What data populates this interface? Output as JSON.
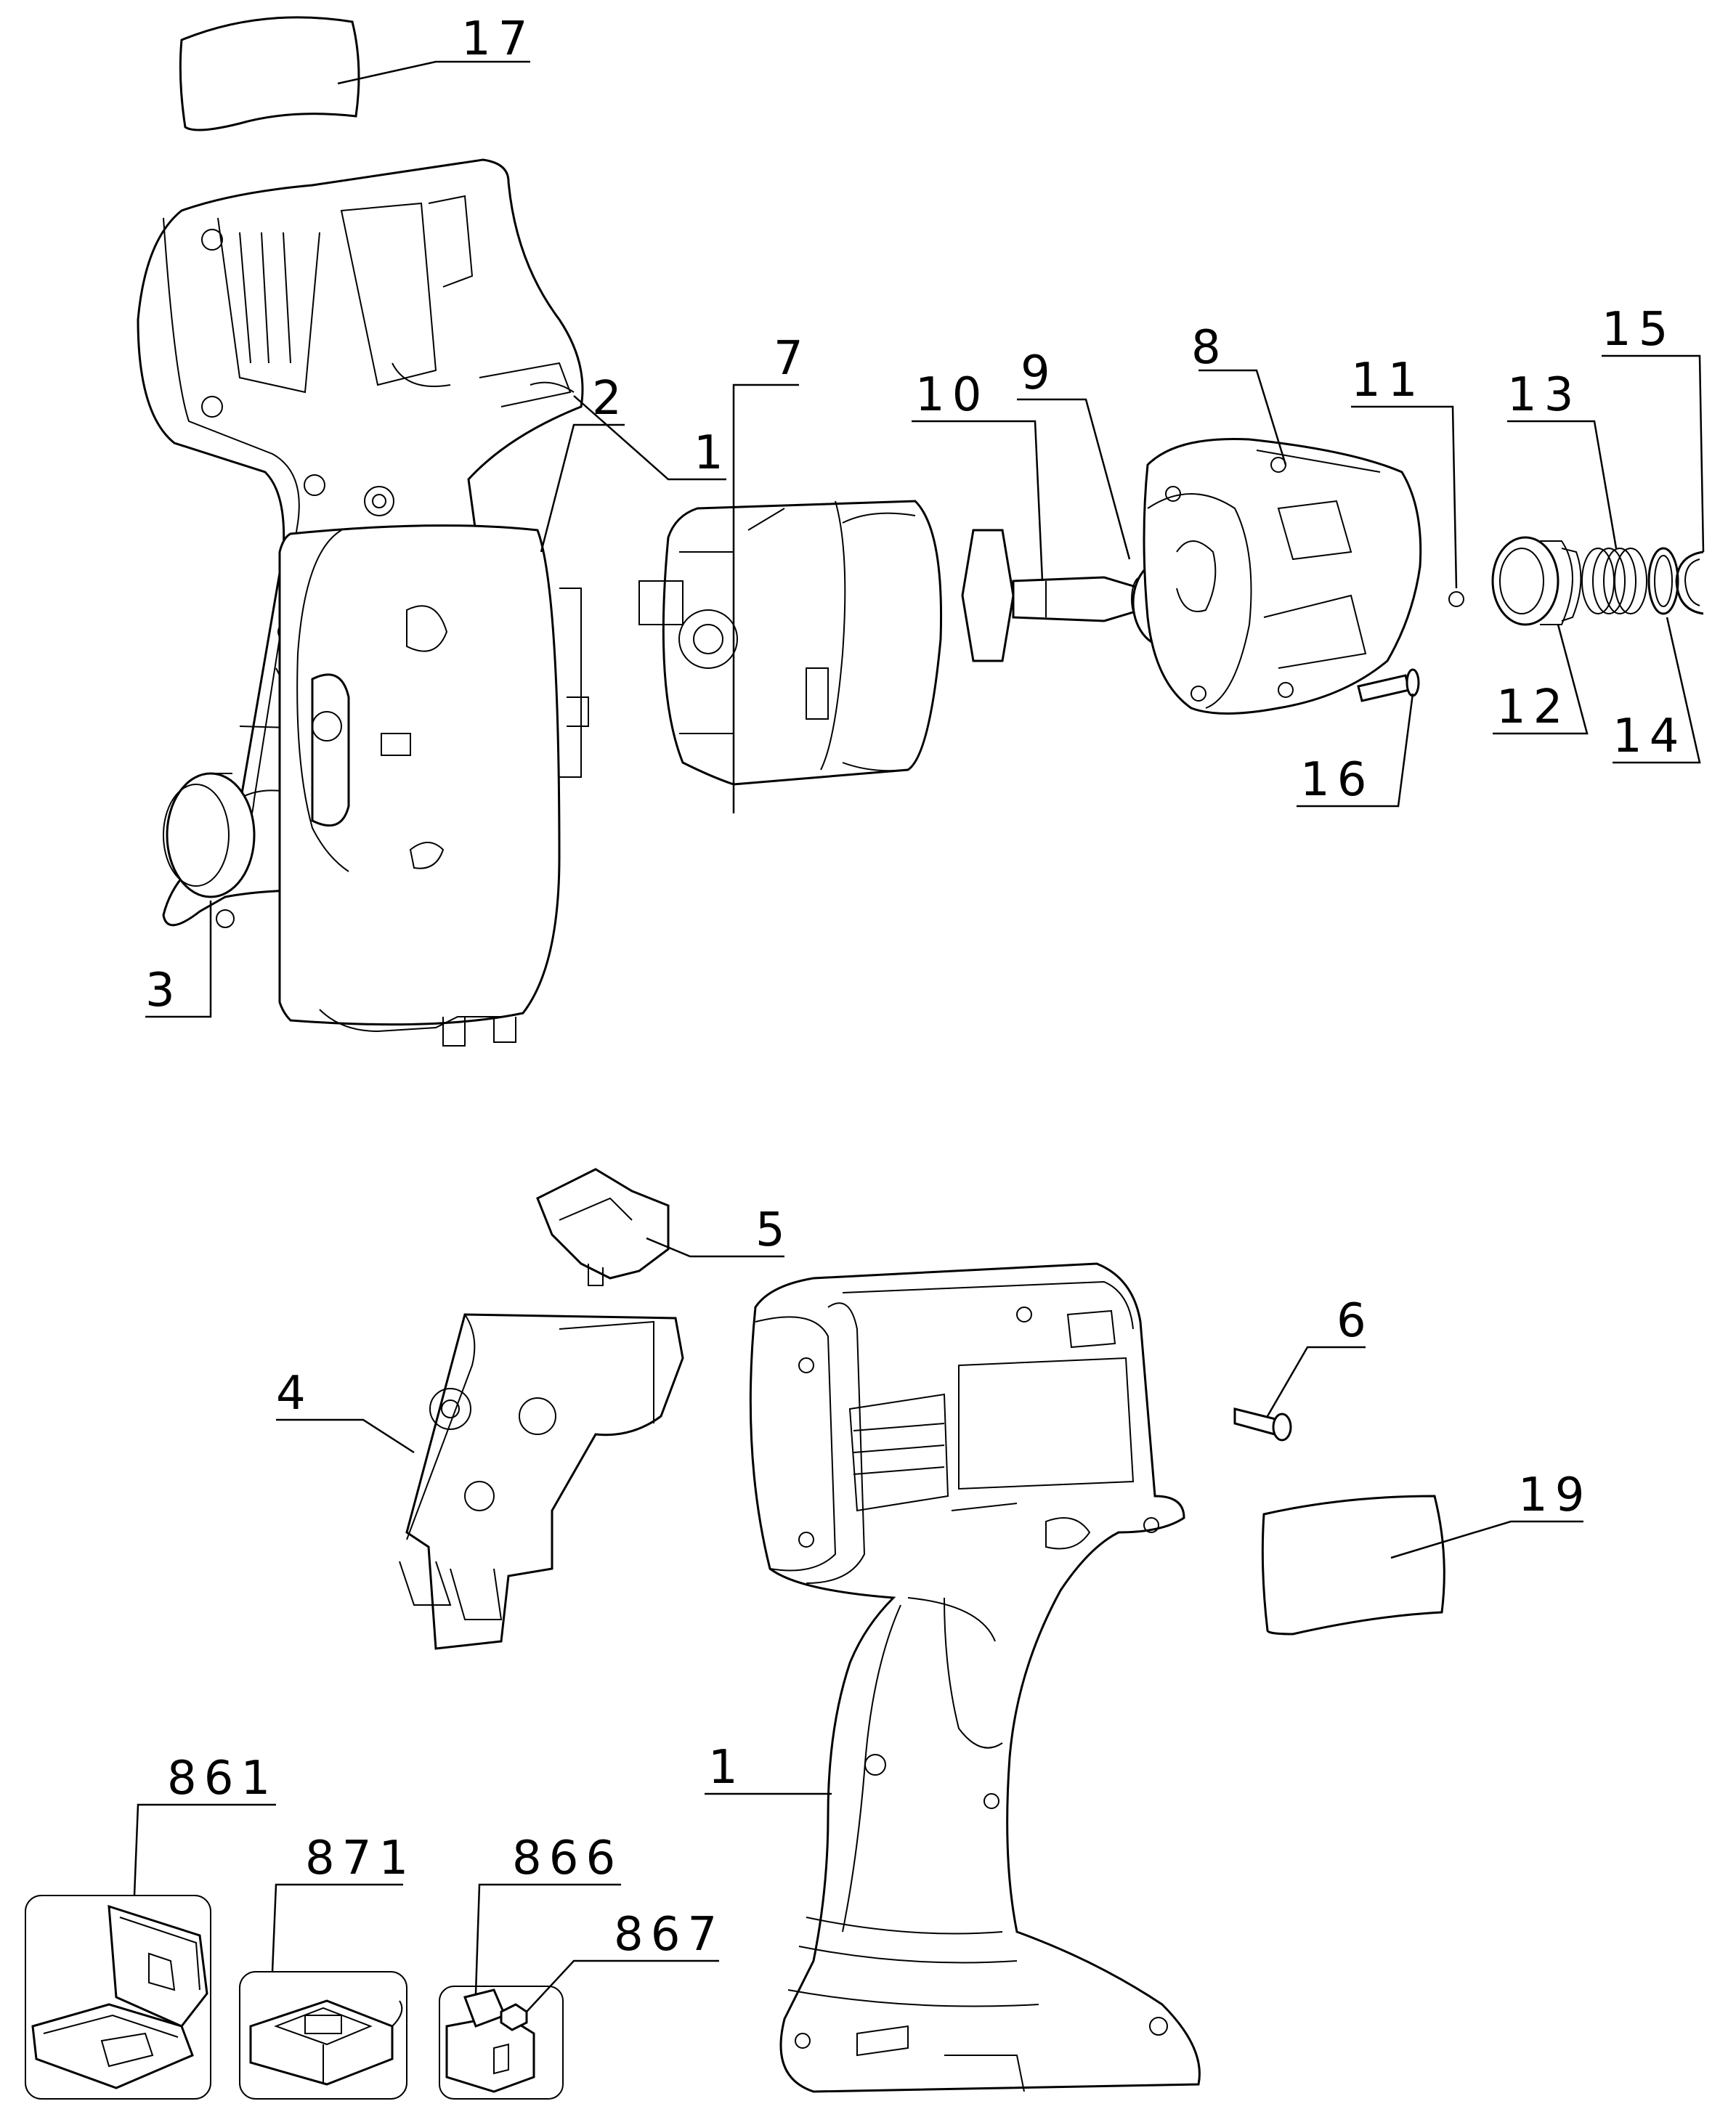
{
  "callouts": {
    "c17": "17",
    "c1_top": "1",
    "c15": "15",
    "c8": "8",
    "c13": "13",
    "c11": "11",
    "c9": "9",
    "c7": "7",
    "c10": "10",
    "c2": "2",
    "c12": "12",
    "c14": "14",
    "c16": "16",
    "c5": "5",
    "c3": "3",
    "c6": "6",
    "c4": "4",
    "c19": "19",
    "c861": "861",
    "c871": "871",
    "c866": "866",
    "c867": "867",
    "c1_bottom": "1"
  }
}
